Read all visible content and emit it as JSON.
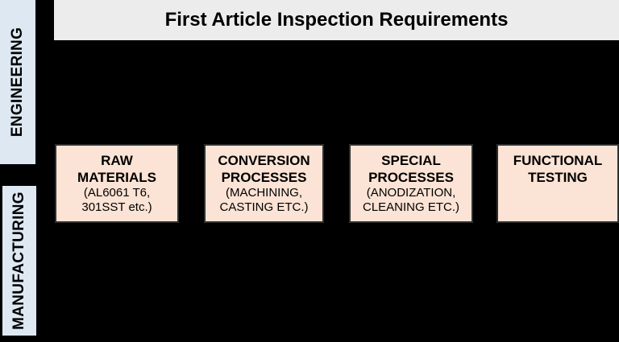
{
  "header": {
    "title": "First Article Inspection Requirements"
  },
  "sidebar": {
    "top_label": "ENGINEERING",
    "bottom_label": "MANUFACTURING"
  },
  "boxes": [
    {
      "name": "raw-materials",
      "title_line1": "RAW",
      "title_line2": "MATERIALS",
      "sub_line1": "(AL6061 T6,",
      "sub_line2": "301SST etc.)"
    },
    {
      "name": "conversion-processes",
      "title_line1": "CONVERSION",
      "title_line2": "PROCESSES",
      "sub_line1": "(MACHINING,",
      "sub_line2": "CASTING ETC.)"
    },
    {
      "name": "special-processes",
      "title_line1": "SPECIAL",
      "title_line2": "PROCESSES",
      "sub_line1": "(ANODIZATION,",
      "sub_line2": "CLEANING ETC.)"
    },
    {
      "name": "functional-testing",
      "title_line1": "FUNCTIONAL",
      "title_line2": "TESTING",
      "sub_line1": "",
      "sub_line2": ""
    }
  ],
  "colors": {
    "background": "#000000",
    "band_fill": "#dde8f3",
    "banner_fill": "#ececec",
    "box_fill": "#fbe3d5",
    "box_border": "#2f2f2f",
    "text": "#000000"
  }
}
